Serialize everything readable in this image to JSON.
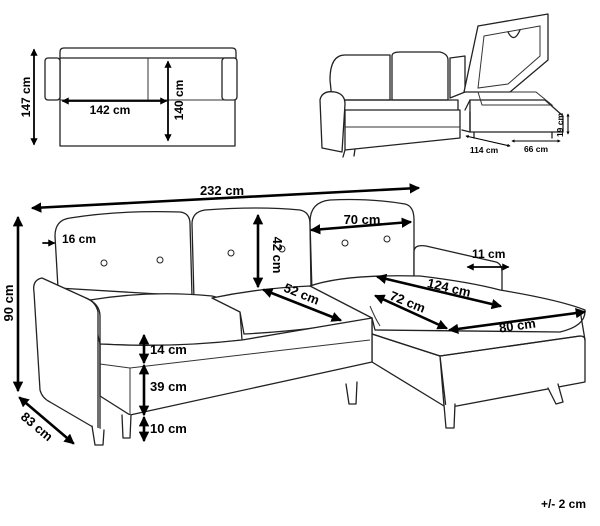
{
  "top_view": {
    "depth": "147 cm",
    "width": "142 cm",
    "length": "140 cm"
  },
  "small_view": {
    "chaise_length": "114 cm",
    "chaise_width": "66 cm",
    "storage_height": "19 cm"
  },
  "main_view": {
    "total_width": "232 cm",
    "arm_width": "16 cm",
    "height": "90 cm",
    "depth": "83 cm",
    "back_height": "42 cm",
    "back_width": "70 cm",
    "seat_depth": "52 cm",
    "chaise_arm": "11 cm",
    "chaise_length": "124 cm",
    "chaise_inner": "72 cm",
    "chaise_width": "80 cm",
    "cushion_height": "14 cm",
    "base_height": "39 cm",
    "leg_height": "10 cm"
  },
  "tolerance": "+/- 2 cm"
}
